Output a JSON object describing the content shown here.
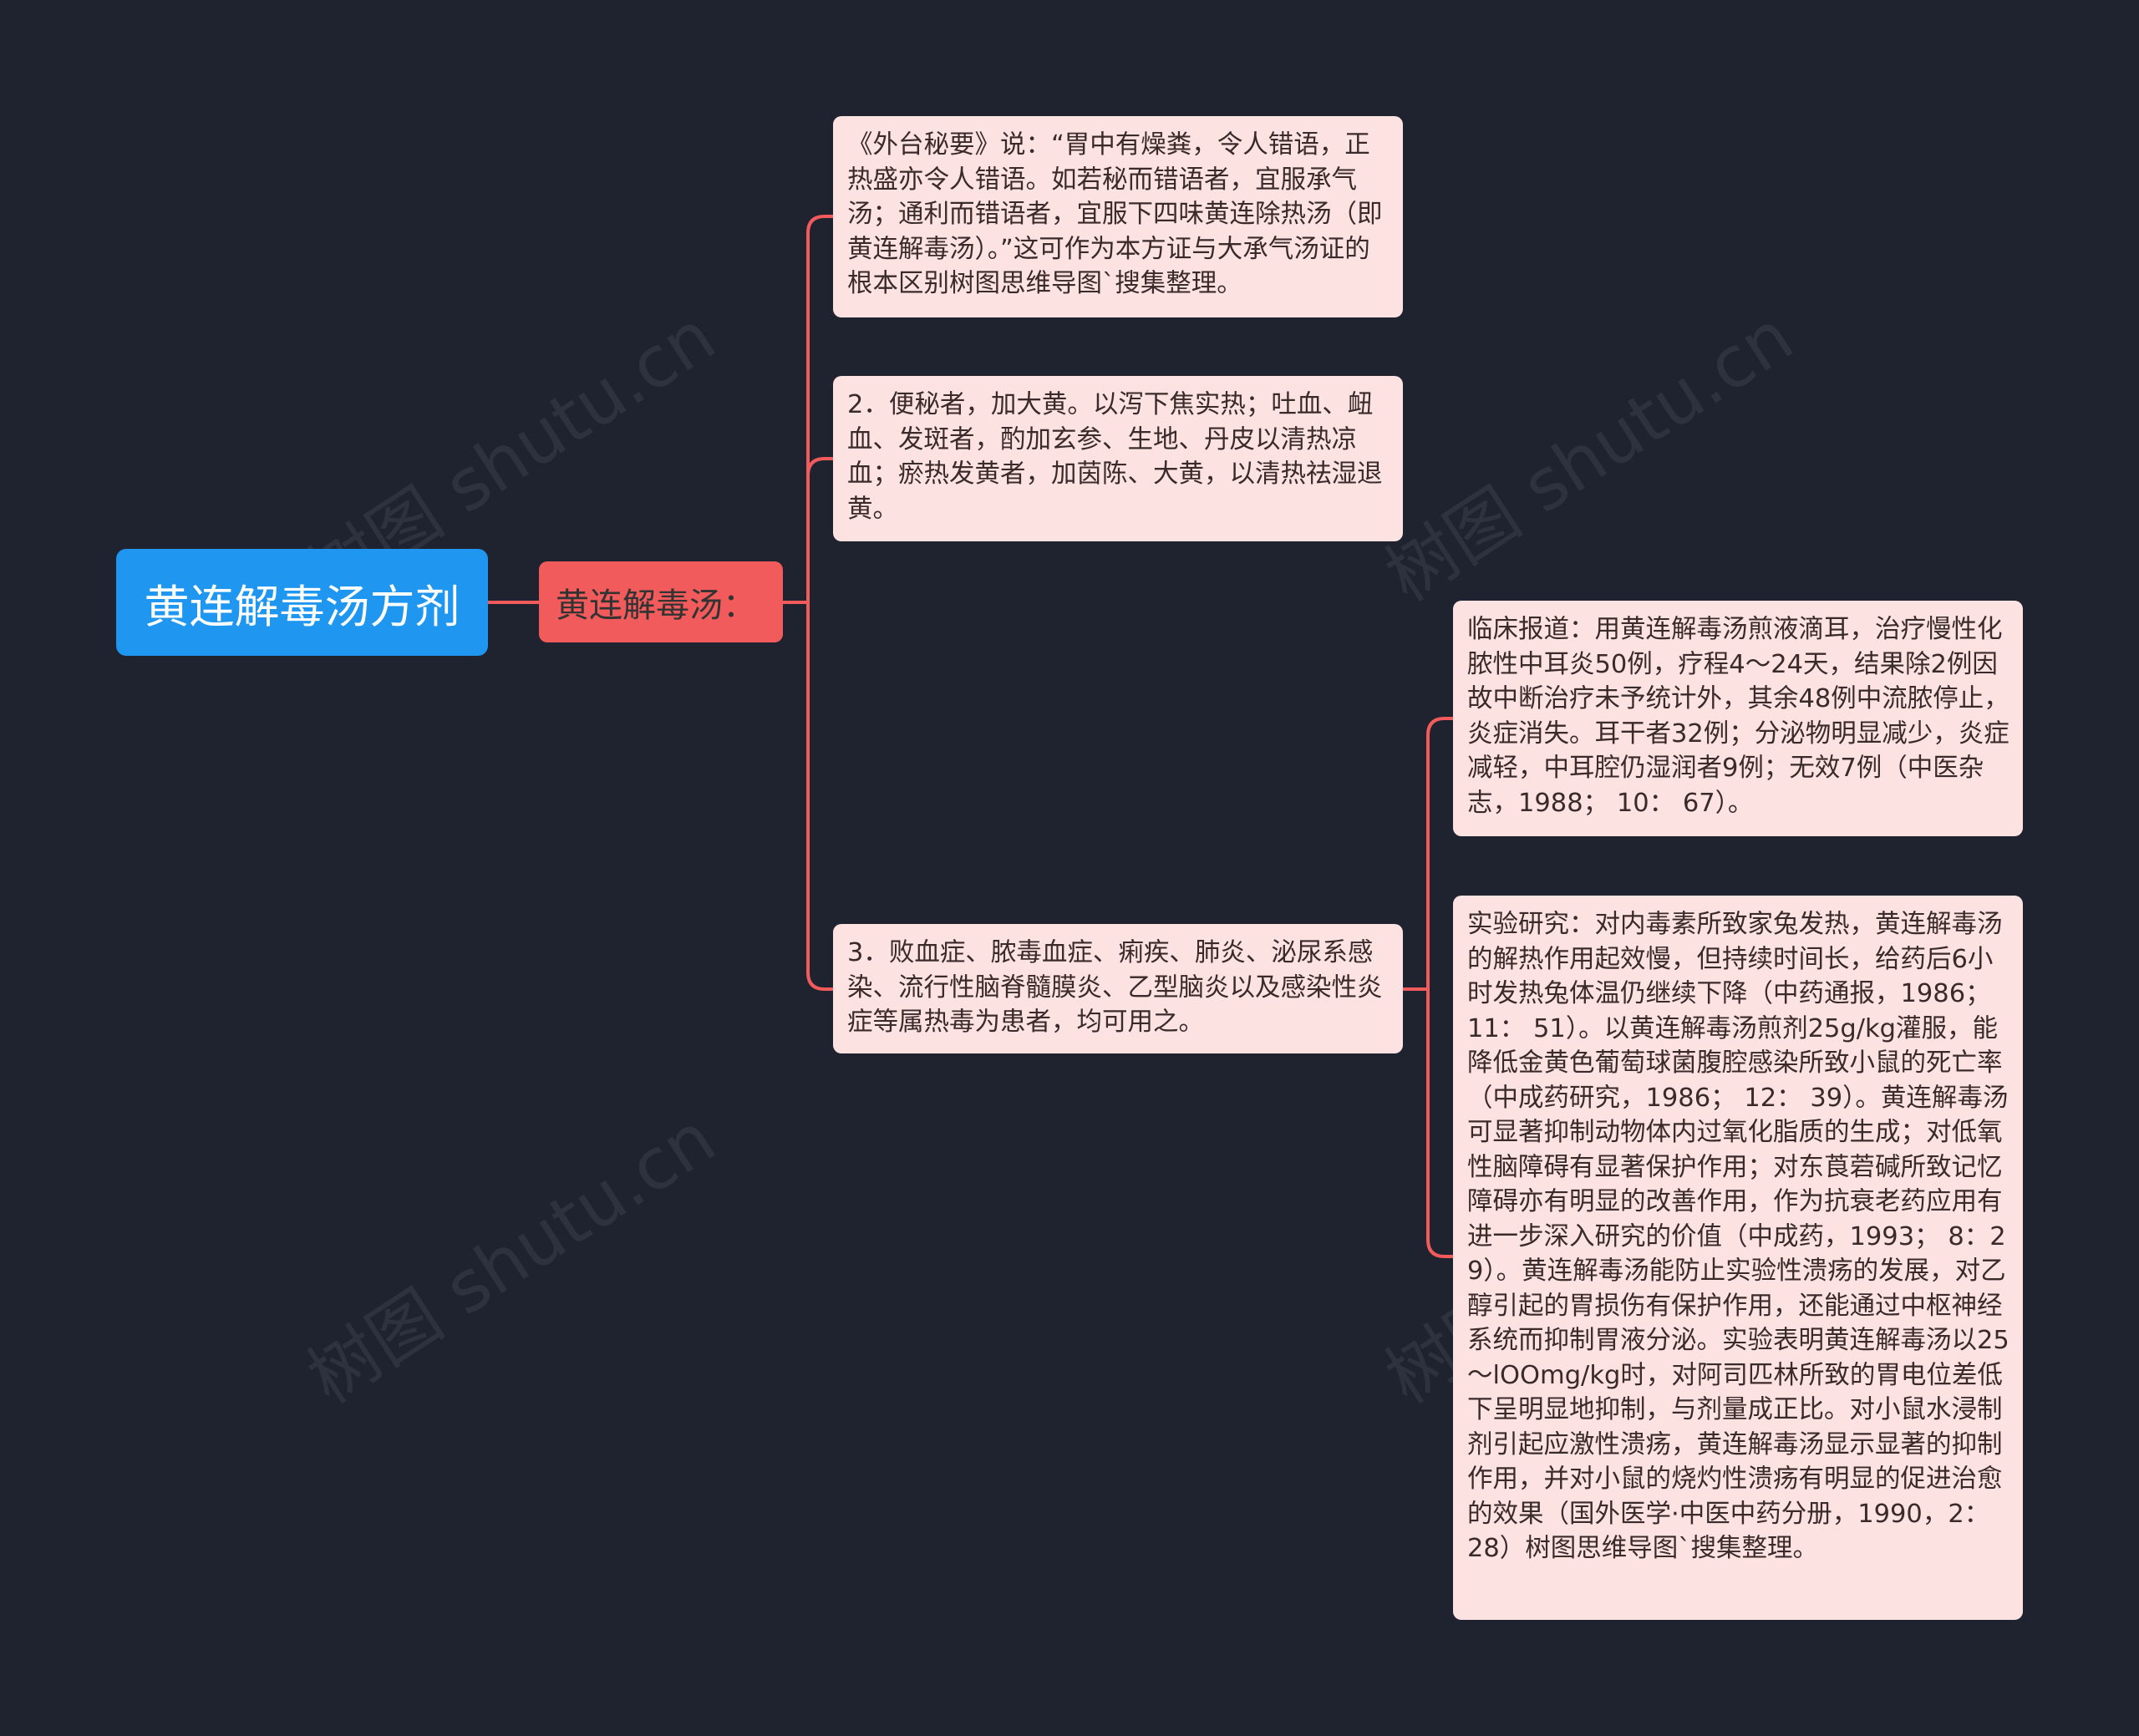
{
  "colors": {
    "background": "#1f2330",
    "root": "#1f96f0",
    "sub": "#f25b5b",
    "leaf": "#fde2e2",
    "line": "#f25b5b"
  },
  "root": {
    "label": "黄连解毒汤方剂"
  },
  "sub": {
    "label": "黄连解毒汤："
  },
  "leaves": [
    {
      "text": "《外台秘要》说：“胃中有燥粪，令人错语，正热盛亦令人错语。如若秘而错语者，宜服承气汤；通利而错语者，宜服下四味黄连除热汤（即黄连解毒汤）。”这可作为本方证与大承气汤证的根本区别树图思维导图`搜集整理。"
    },
    {
      "text": "2．便秘者，加大黄。以泻下焦实热；吐血、衄血、发斑者，酌加玄参、生地、丹皮以清热凉血；瘀热发黄者，加茵陈、大黄，以清热祛湿退黄。"
    },
    {
      "text": "3．败血症、脓毒血症、痢疾、肺炎、泌尿系感染、流行性脑脊髓膜炎、乙型脑炎以及感染性炎症等属热毒为患者，均可用之。"
    },
    {
      "text": "临床报道：用黄连解毒汤煎液滴耳，治疗慢性化脓性中耳炎50例，疗程4～24天，结果除2例因故中断治疗未予统计外，其余48例中流脓停止，炎症消失。耳干者32例；分泌物明显减少，炎症减轻，中耳腔仍湿润者9例；无效7例（中医杂志，1988； 10： 67）。"
    },
    {
      "text": "实验研究：对内毒素所致家兔发热，黄连解毒汤的解热作用起效慢，但持续时间长，给药后6小时发热兔体温仍继续下降（中药通报，1986； 11： 51）。以黄连解毒汤煎剂25g/kg灌服，能降低金黄色葡萄球菌腹腔感染所致小鼠的死亡率（中成药研究，1986； 12： 39）。黄连解毒汤可显著抑制动物体内过氧化脂质的生成；对低氧性脑障碍有显著保护作用；对东莨菪碱所致记忆障碍亦有明显的改善作用，作为抗衰老药应用有进一步深入研究的价值（中成药，1993； 8：29）。黄连解毒汤能防止实验性溃疡的发展，对乙醇引起的胃损伤有保护作用，还能通过中枢神经系统而抑制胃液分泌。实验表明黄连解毒汤以25～lOOmg/kg时，对阿司匹林所致的胃电位差低下呈明显地抑制，与剂量成正比。对小鼠水浸制剂引起应激性溃疡，黄连解毒汤显示显著的抑制作用，并对小鼠的烧灼性溃疡有明显的促进治愈的效果（国外医学·中医中药分册，1990，2： 28）树图思维导图`搜集整理。"
    }
  ],
  "watermark": {
    "text": "树图 shutu.cn"
  }
}
